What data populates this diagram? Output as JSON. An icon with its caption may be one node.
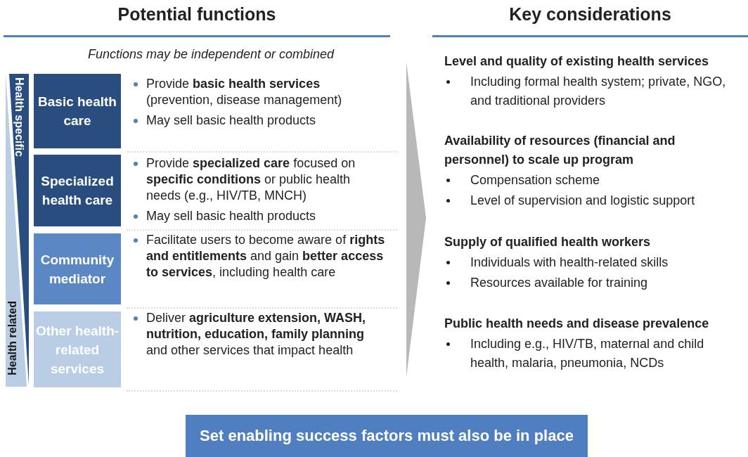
{
  "diagram": {
    "nodes": [
      {
        "text": [
          "Health specific"
        ]
      },
      {
        "text": [
          "Basic health care"
        ]
      },
      {
        "text": [
          "Specialized health care"
        ]
      },
      {
        "text": [
          "Community mediator"
        ]
      },
      {
        "text": [
          "Other health-related services"
        ]
      },
      {
        "text": [
          "Health related"
        ]
      },
      {
        "text": [
          "Set enabling success factors must also be in place"
        ]
      }
    ],
    "labels": [
      "Potential functions",
      "Key considerations",
      "Functions may be independent or combined",
      "Provide **basic health services** (prevention, disease management)",
      "May sell basic health products",
      "Provide **specialized care** focused on **specific conditions** or public health needs (e.g., HIV/TB, MNCH)",
      "May sell basic health products",
      "Facilitate users to become aware of **rights and entitlements** and gain **better access to services**, including health care",
      "Deliver **agriculture extension, WASH, nutrition, education, family planning** and other services that impact health",
      "Level and quality of existing health services",
      "Including formal health system; private, NGO, and traditional providers",
      "Availability of resources (financial and personnel) to scale up program",
      "Compensation scheme",
      "Level of supervision and logistic support",
      "Supply of qualified health workers",
      "Individuals with health-related skills",
      "Resources available for training",
      "Public health needs and disease prevalence",
      "Including e.g., HIV/TB, maternal and child health, malaria, pneumonia, NCDs"
    ]
  }
}
